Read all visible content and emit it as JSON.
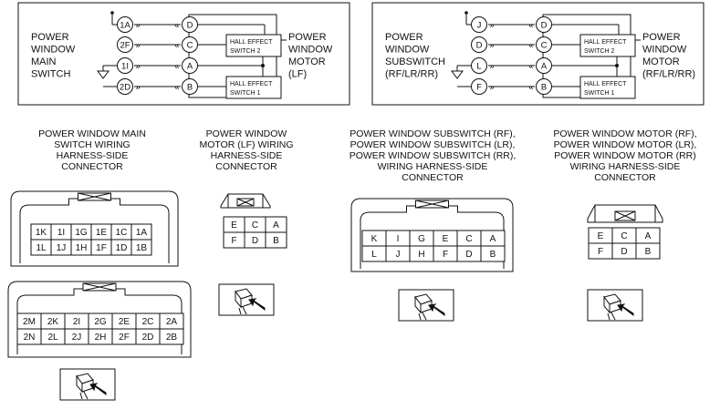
{
  "schematic_lf": {
    "switch_label": [
      "POWER",
      "WINDOW",
      "MAIN",
      "SWITCH"
    ],
    "motor_label": [
      "POWER",
      "WINDOW",
      "MOTOR",
      "(LF)"
    ],
    "switch_terminals": [
      "1A",
      "2F",
      "1I",
      "2D"
    ],
    "motor_terminals": [
      "D",
      "C",
      "A",
      "B"
    ],
    "hall2": [
      "HALL EFFECT",
      "SWITCH 2"
    ],
    "hall1": [
      "HALL EFFECT",
      "SWITCH 1"
    ]
  },
  "schematic_sub": {
    "switch_label": [
      "POWER",
      "WINDOW",
      "SUBSWITCH",
      "(RF/LR/RR)"
    ],
    "motor_label": [
      "POWER",
      "WINDOW",
      "MOTOR",
      "(RF/LR/RR)"
    ],
    "switch_terminals": [
      "J",
      "D",
      "L",
      "F"
    ],
    "motor_terminals": [
      "D",
      "C",
      "A",
      "B"
    ],
    "hall2": [
      "HALL EFFECT",
      "SWITCH 2"
    ],
    "hall1": [
      "HALL EFFECT",
      "SWITCH 1"
    ]
  },
  "connectors": {
    "main_switch": {
      "caption": [
        "POWER WINDOW MAIN",
        "SWITCH WIRING",
        "HARNESS-SIDE",
        "CONNECTOR"
      ],
      "top_rows": [
        [
          "1K",
          "1I",
          "1G",
          "1E",
          "1C",
          "1A"
        ],
        [
          "1L",
          "1J",
          "1H",
          "1F",
          "1D",
          "1B"
        ]
      ],
      "bottom_rows": [
        [
          "2M",
          "2K",
          "2I",
          "2G",
          "2E",
          "2C",
          "2A"
        ],
        [
          "2N",
          "2L",
          "2J",
          "2H",
          "2F",
          "2D",
          "2B"
        ]
      ]
    },
    "motor_lf": {
      "caption": [
        "POWER WINDOW",
        "MOTOR (LF) WIRING",
        "HARNESS-SIDE",
        "CONNECTOR"
      ],
      "rows": [
        [
          "E",
          "C",
          "A"
        ],
        [
          "F",
          "D",
          "B"
        ]
      ]
    },
    "subswitch": {
      "caption": [
        "POWER WINDOW SUBSWITCH (RF),",
        "POWER WINDOW SUBSWITCH (LR),",
        "POWER WINDOW SUBSWITCH (RR),",
        "WIRING HARNESS-SIDE",
        "CONNECTOR"
      ],
      "rows": [
        [
          "K",
          "I",
          "G",
          "E",
          "C",
          "A"
        ],
        [
          "L",
          "J",
          "H",
          "F",
          "D",
          "B"
        ]
      ]
    },
    "motor_sub": {
      "caption": [
        "POWER WINDOW MOTOR (RF),",
        "POWER WINDOW MOTOR (LR),",
        "POWER WINDOW MOTOR (RR)",
        "WIRING HARNESS-SIDE",
        "CONNECTOR"
      ],
      "rows": [
        [
          "E",
          "C",
          "A"
        ],
        [
          "F",
          "D",
          "B"
        ]
      ]
    }
  }
}
